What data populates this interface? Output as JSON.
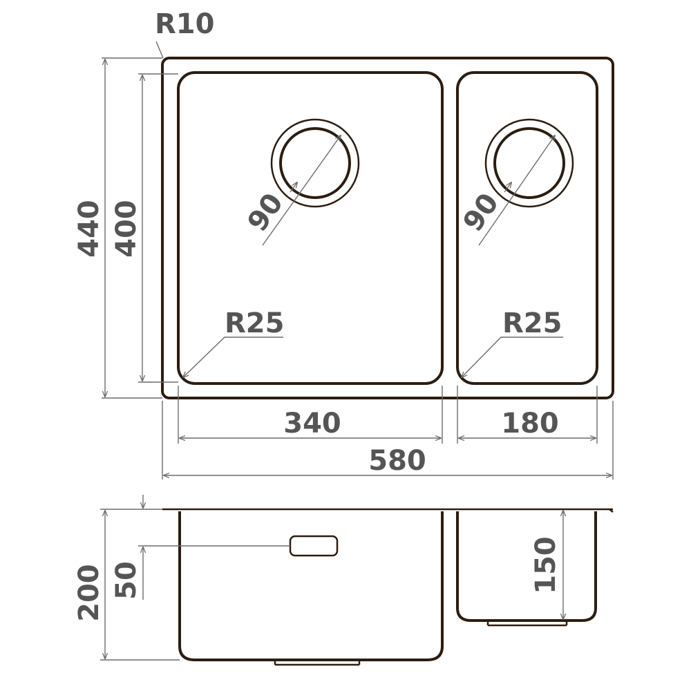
{
  "colors": {
    "outline": "#2b1d12",
    "dimension": "#6b6b6b",
    "label": "#555555"
  },
  "labels": {
    "corner_radius_outer": "R10",
    "total_depth": "440",
    "inner_depth": "400",
    "drain_left": "90",
    "drain_right": "90",
    "radius_left": "R25",
    "radius_right": "R25",
    "width_left": "340",
    "width_right": "180",
    "total_width": "580",
    "bowl_height_left": "200",
    "overflow_height": "50",
    "bowl_height_right": "150"
  }
}
